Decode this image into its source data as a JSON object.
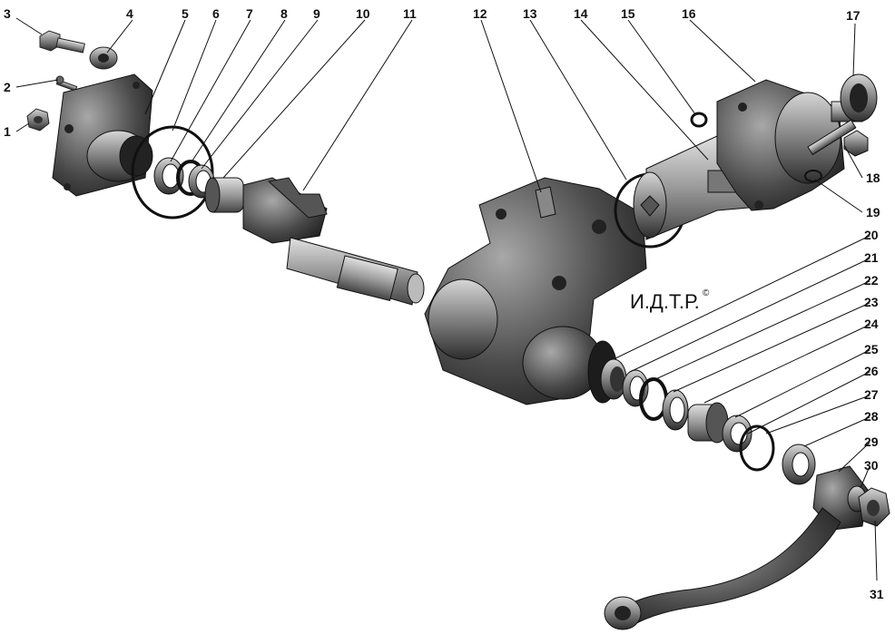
{
  "callouts": [
    "1",
    "2",
    "3",
    "4",
    "5",
    "6",
    "7",
    "8",
    "9",
    "10",
    "11",
    "12",
    "13",
    "14",
    "15",
    "16",
    "17",
    "18",
    "19",
    "20",
    "21",
    "22",
    "23",
    "24",
    "25",
    "26",
    "27",
    "28",
    "29",
    "30",
    "31"
  ],
  "watermark": {
    "text": "И.Д.Т.Р.",
    "mark": "©"
  },
  "colors": {
    "metal_dark": "#3a3a3a",
    "metal_mid": "#777777",
    "metal_light": "#c9c9c9",
    "line": "#111111"
  }
}
